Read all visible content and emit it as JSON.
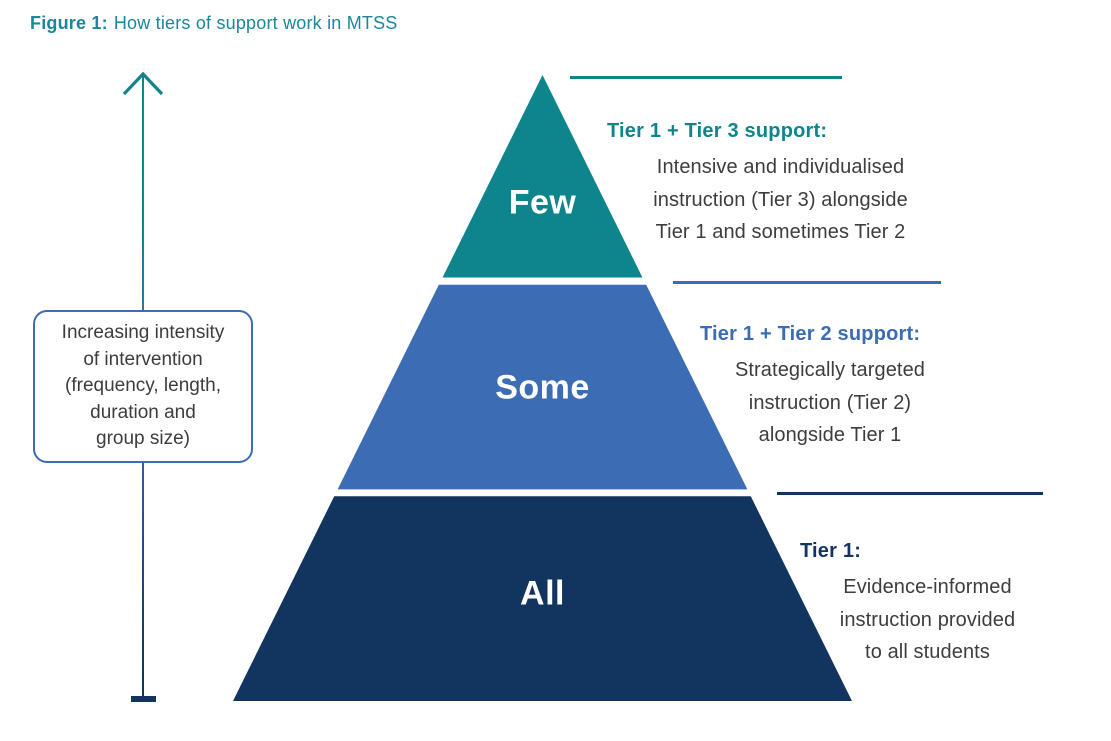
{
  "title": {
    "prefix": "Figure 1:",
    "text": "How tiers of support work in MTSS"
  },
  "colors": {
    "teal": "#0e858d",
    "blue": "#3b6cb4",
    "navy": "#123560",
    "title": "#1a879b",
    "text": "#3d3d3d"
  },
  "axis": {
    "label": "Increasing intensity\nof intervention\n(frequency, length,\nduration and\ngroup size)"
  },
  "pyramid": {
    "tiers": [
      {
        "id": "few",
        "label": "Few",
        "color": "#0e858d"
      },
      {
        "id": "some",
        "label": "Some",
        "color": "#3b6cb4"
      },
      {
        "id": "all",
        "label": "All",
        "color": "#123560"
      }
    ]
  },
  "callouts": [
    {
      "heading": "Tier 1 + Tier 3 support:",
      "body": "Intensive and individualised\ninstruction (Tier 3) alongside\nTier 1 and sometimes Tier 2",
      "color": "#0e858d"
    },
    {
      "heading": "Tier 1 + Tier 2 support:",
      "body": "Strategically targeted\ninstruction (Tier 2)\nalongside Tier 1",
      "color": "#3b6cb4"
    },
    {
      "heading": "Tier 1:",
      "body": "Evidence-informed\ninstruction provided\nto all students",
      "color": "#123560"
    }
  ]
}
